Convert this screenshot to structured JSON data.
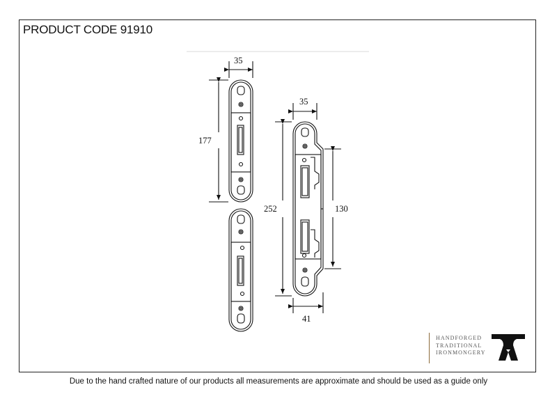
{
  "header": {
    "product_code": "PRODUCT CODE 91910"
  },
  "dimensions": {
    "top_plate_width": "35",
    "top_plate_height": "177",
    "long_plate_width": "35",
    "long_plate_height": "252",
    "long_plate_inner": "130",
    "long_plate_bottom_width": "41"
  },
  "logo": {
    "line1": "HANDFORGED",
    "line2": "TRADITIONAL",
    "line3": "IRONMONGERY",
    "icon": "anvil-icon"
  },
  "footer": {
    "note": "Due to the hand crafted nature of our products all measurements are approximate and should be used as a guide only"
  }
}
